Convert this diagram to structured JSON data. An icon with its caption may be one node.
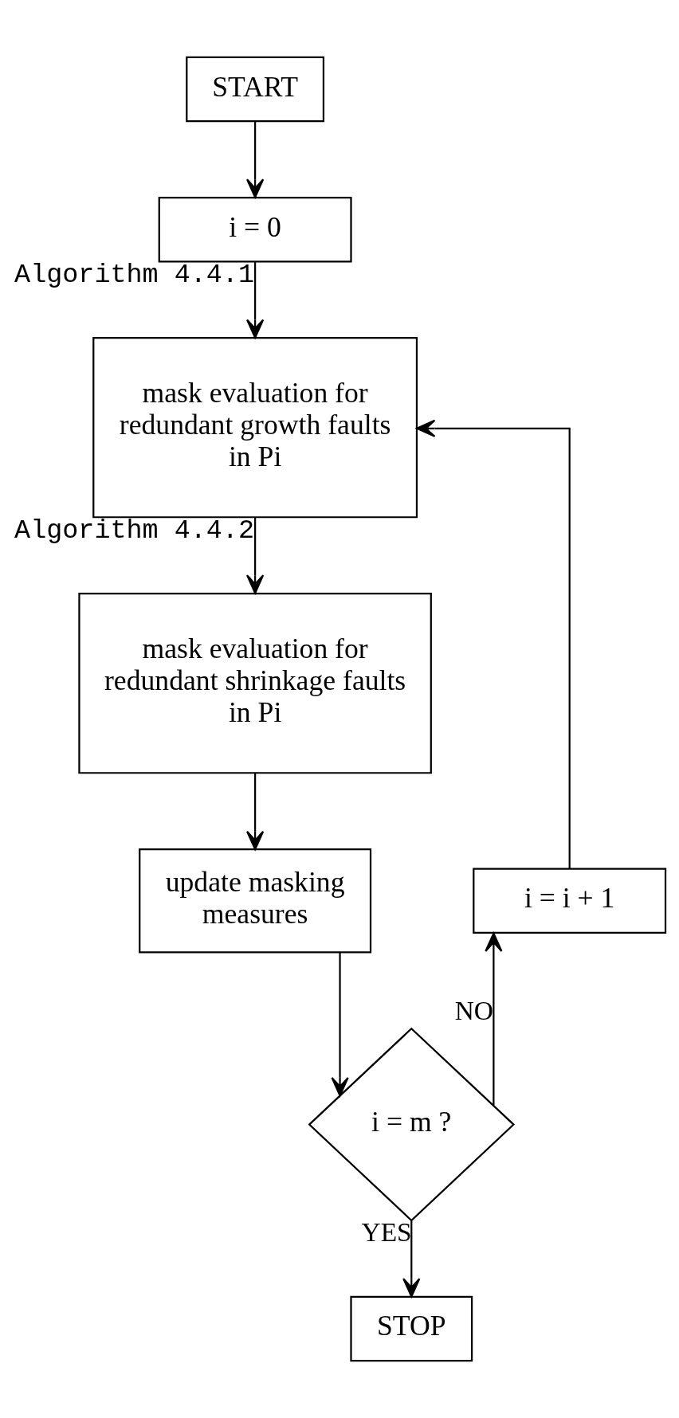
{
  "diagram": {
    "nodes": [
      {
        "text": [
          "START"
        ]
      },
      {
        "text": [
          "i = 0"
        ]
      },
      {
        "text": [
          "mask evaluation for redundant growth faults in Pi"
        ]
      },
      {
        "text": [
          "mask evaluation for redundant shrinkage faults in Pi"
        ]
      },
      {
        "text": [
          "update masking measures"
        ]
      },
      {
        "text": [
          "i = m ?"
        ]
      },
      {
        "text": [
          "STOP"
        ]
      },
      {
        "text": [
          "i = i + 1"
        ]
      }
    ],
    "edges": [
      {
        "from": 0,
        "to": 1,
        "arrow": "to"
      },
      {
        "from": 1,
        "to": 2,
        "arrow": "to",
        "label": "Algorithm 4.4.1"
      },
      {
        "from": 2,
        "to": 3,
        "arrow": "to",
        "label": "Algorithm 4.4.2"
      },
      {
        "from": 3,
        "to": 4,
        "arrow": "to"
      },
      {
        "from": 4,
        "to": 5,
        "arrow": "to"
      },
      {
        "from": 5,
        "to": 6,
        "arrow": "to",
        "label": "YES"
      },
      {
        "from": 5,
        "to": 7,
        "arrow": "to",
        "label": "NO"
      },
      {
        "from": 7,
        "to": 2,
        "arrow": "to"
      }
    ]
  }
}
